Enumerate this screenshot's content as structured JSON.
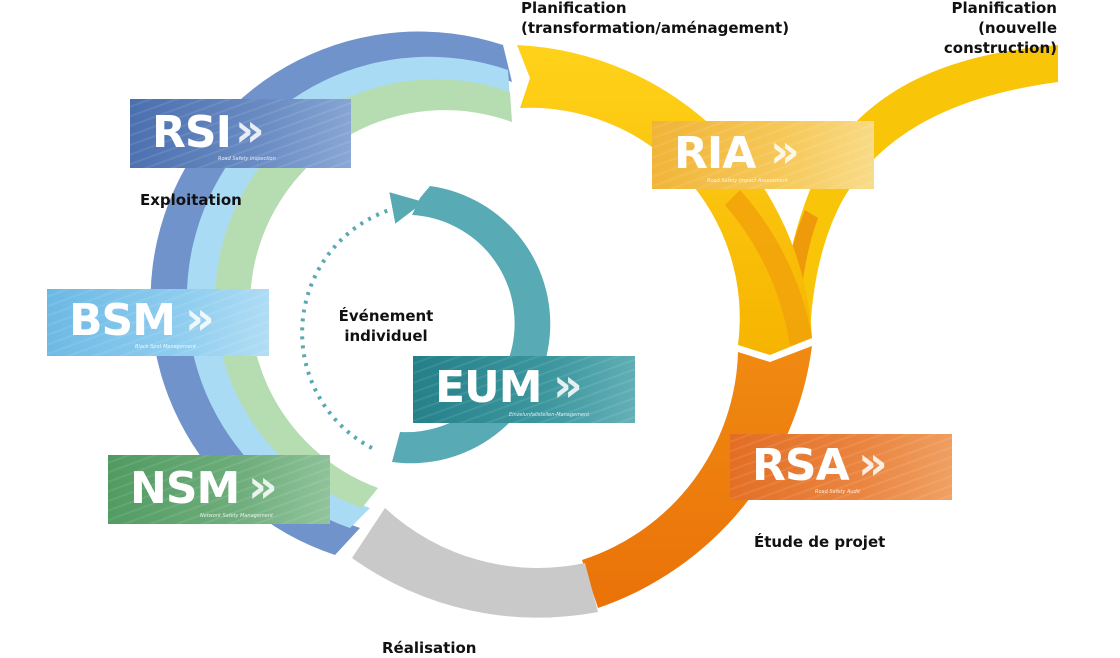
{
  "labels": {
    "planif_transformation": [
      "Planification",
      "(transformation/aménagement)"
    ],
    "planif_nouvelle": [
      "Planification",
      "(nouvelle construction)"
    ],
    "exploitation": "Exploitation",
    "evenement": [
      "Événement",
      "individuel"
    ],
    "etude": "Étude de projet",
    "realisation": "Réalisation"
  },
  "badges": {
    "rsi": {
      "acronym": "RSI",
      "subtitle": "Road Safety Inspection",
      "color": "#4f76b5"
    },
    "bsm": {
      "acronym": "BSM",
      "subtitle": "Black Spot Management",
      "color": "#7cc0e8"
    },
    "nsm": {
      "acronym": "NSM",
      "subtitle": "Network Safety Management",
      "color": "#5fa26d"
    },
    "eum": {
      "acronym": "EUM",
      "subtitle": "Einzelunfallstellen-Management",
      "color": "#2e8b93"
    },
    "ria": {
      "acronym": "RIA",
      "subtitle": "Road Safety Impact Assessment",
      "color": "#f4c040"
    },
    "rsa": {
      "acronym": "RSA",
      "subtitle": "Road Safety Audit",
      "color": "#e6782a"
    }
  },
  "chevron": "»",
  "colors": {
    "blue_dark": "#6f8fcb",
    "blue_light": "#a8dcf4",
    "green_light": "#b5dbb1",
    "teal": "#59a9b3",
    "yellow": "#f8c40a",
    "yellow_dark": "#f0a10a",
    "orange": "#ee7d0c",
    "gray": "#c8c8c8"
  }
}
